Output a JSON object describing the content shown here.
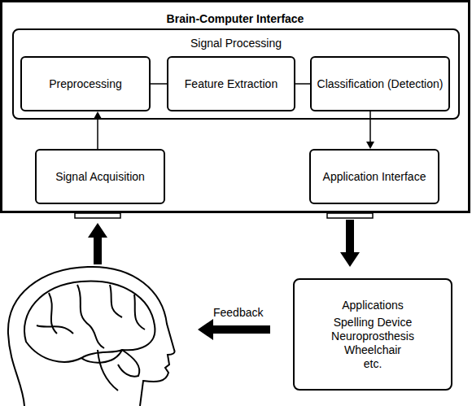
{
  "diagram": {
    "nodes": [
      {
        "text": [
          "Brain-Computer Interface"
        ]
      },
      {
        "text": [
          "Signal Processing"
        ],
        "in": 0
      },
      {
        "text": [
          "Preprocessing"
        ],
        "in": 1
      },
      {
        "text": [
          "Feature Extraction"
        ],
        "in": 1
      },
      {
        "text": [
          "Classification (Detection)"
        ],
        "in": 1
      },
      {
        "text": [
          "Signal Acquisition"
        ],
        "in": 0
      },
      {
        "text": [
          "Application Interface"
        ],
        "in": 0
      },
      {
        "text": [
          "Applications",
          "Spelling Device",
          "Neuroprosthesis",
          "Wheelchair",
          "etc."
        ]
      }
    ],
    "edges": [
      {
        "from": 5,
        "to": 2,
        "arrow": "to"
      },
      {
        "from": 2,
        "to": 3,
        "arrow": "none"
      },
      {
        "from": 3,
        "to": 4,
        "arrow": "none"
      },
      {
        "from": 4,
        "to": 6,
        "arrow": "to"
      },
      {
        "from": 0,
        "to": 7,
        "arrow": "to"
      }
    ],
    "labels": [
      "Feedback"
    ]
  }
}
